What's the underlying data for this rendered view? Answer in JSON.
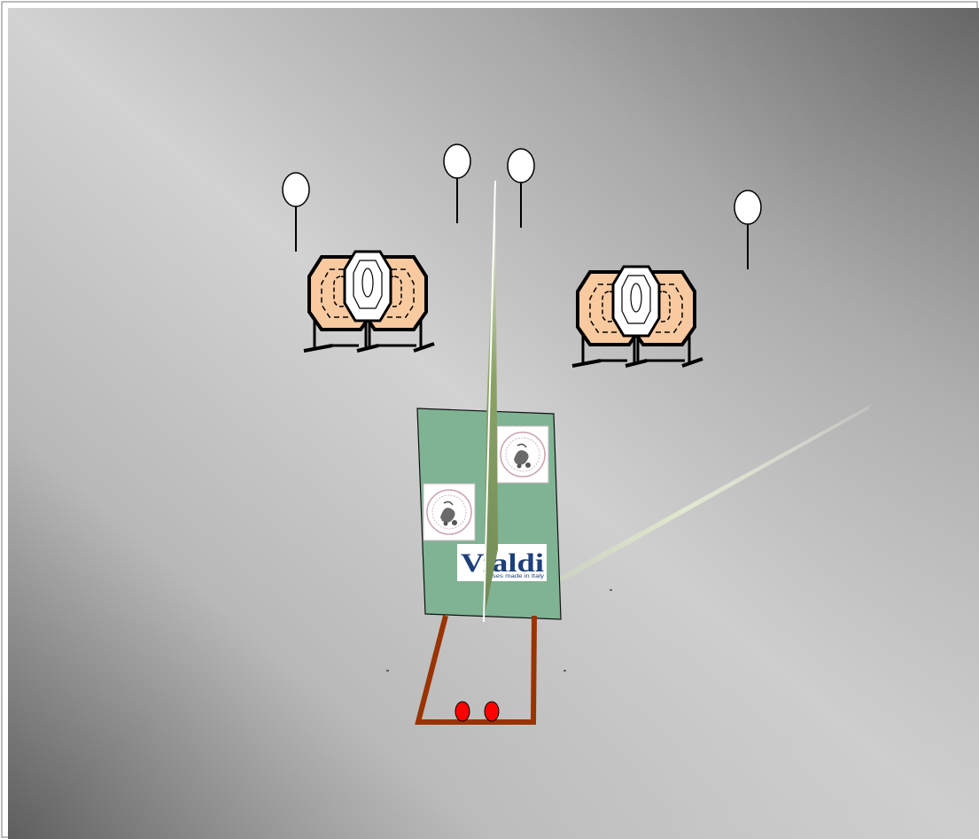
{
  "panel": {
    "background_colors": [
      "#cfcfcf",
      "#6b6b6b"
    ]
  },
  "targets": {
    "popper_color": "#ffffff",
    "ipsc_target_color": "#f9c9a0",
    "no_shoot_color": "#ffffff",
    "stand_color": "#000000"
  },
  "barricade": {
    "board_color": "#7fb394",
    "frame_color": "#993300",
    "logo_text": "Vialdi",
    "logo_subtext": "Cases made in Italy",
    "logo_color": "#1e3f7a"
  },
  "start_marks": {
    "color": "#ff0000",
    "count": 2
  }
}
